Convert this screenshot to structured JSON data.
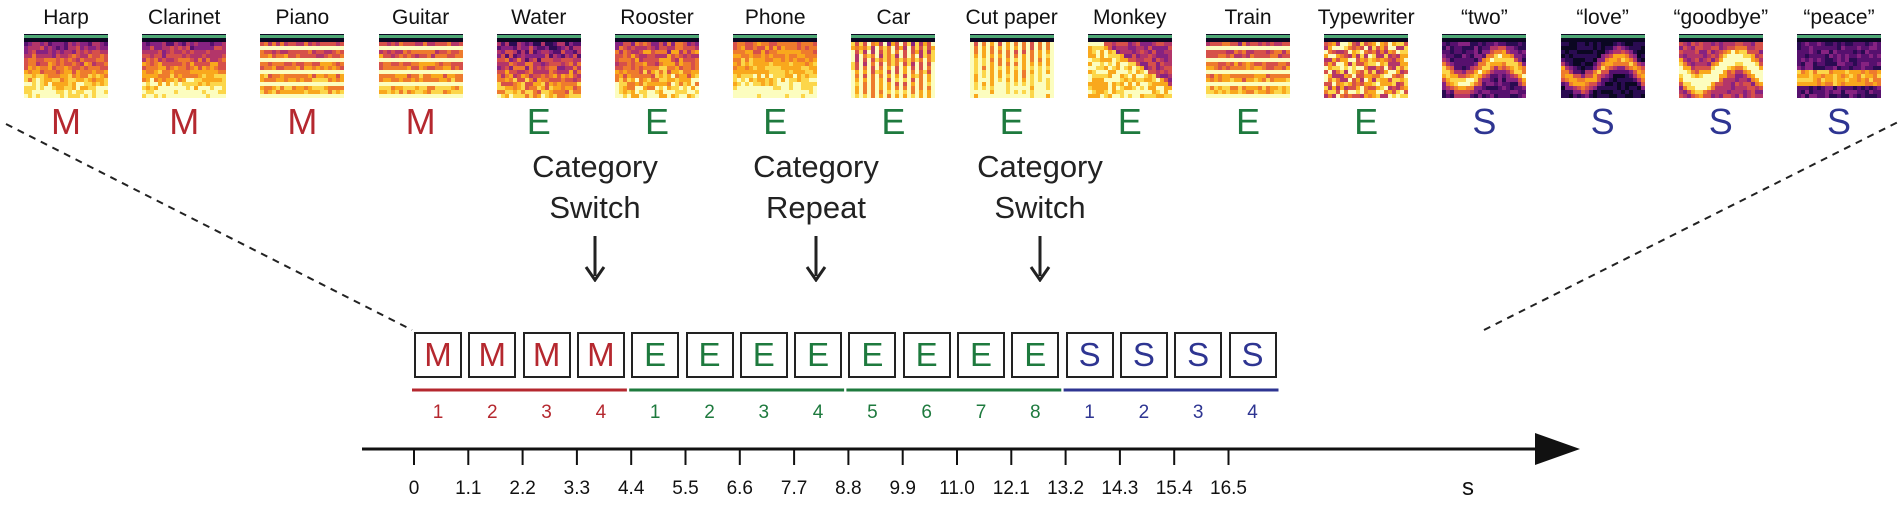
{
  "colors": {
    "music": "#b5282f",
    "environment": "#1e7a3e",
    "speech": "#2e3592",
    "ink": "#222222"
  },
  "stimuli": [
    {
      "label": "Harp",
      "category": "M",
      "pattern": "band-low"
    },
    {
      "label": "Clarinet",
      "category": "M",
      "pattern": "band-mid"
    },
    {
      "label": "Piano",
      "category": "M",
      "pattern": "stripes"
    },
    {
      "label": "Guitar",
      "category": "M",
      "pattern": "stripes-dense"
    },
    {
      "label": "Water",
      "category": "E",
      "pattern": "noise-dark"
    },
    {
      "label": "Rooster",
      "category": "E",
      "pattern": "blotch"
    },
    {
      "label": "Phone",
      "category": "E",
      "pattern": "bright-band"
    },
    {
      "label": "Car",
      "category": "E",
      "pattern": "vertical"
    },
    {
      "label": "Cut paper",
      "category": "E",
      "pattern": "vertical-bright"
    },
    {
      "label": "Monkey",
      "category": "E",
      "pattern": "diagonal"
    },
    {
      "label": "Train",
      "category": "E",
      "pattern": "stripes"
    },
    {
      "label": "Typewriter",
      "category": "E",
      "pattern": "noise-bright"
    },
    {
      "label": "“two”",
      "category": "S",
      "pattern": "formant"
    },
    {
      "label": "“love”",
      "category": "S",
      "pattern": "formant-dark"
    },
    {
      "label": "“goodbye”",
      "category": "S",
      "pattern": "formant-bright"
    },
    {
      "label": "“peace”",
      "category": "S",
      "pattern": "blotch-dark"
    }
  ],
  "annotations": [
    {
      "line1": "Category",
      "line2": "Switch"
    },
    {
      "line1": "Category",
      "line2": "Repeat"
    },
    {
      "line1": "Category",
      "line2": "Switch"
    }
  ],
  "sequence": [
    {
      "letter": "M",
      "num": "1"
    },
    {
      "letter": "M",
      "num": "2"
    },
    {
      "letter": "M",
      "num": "3"
    },
    {
      "letter": "M",
      "num": "4"
    },
    {
      "letter": "E",
      "num": "1"
    },
    {
      "letter": "E",
      "num": "2"
    },
    {
      "letter": "E",
      "num": "3"
    },
    {
      "letter": "E",
      "num": "4"
    },
    {
      "letter": "E",
      "num": "5"
    },
    {
      "letter": "E",
      "num": "6"
    },
    {
      "letter": "E",
      "num": "7"
    },
    {
      "letter": "E",
      "num": "8"
    },
    {
      "letter": "S",
      "num": "1"
    },
    {
      "letter": "S",
      "num": "2"
    },
    {
      "letter": "S",
      "num": "3"
    },
    {
      "letter": "S",
      "num": "4"
    }
  ],
  "timeline": {
    "ticks": [
      "0",
      "1.1",
      "2.2",
      "3.3",
      "4.4",
      "5.5",
      "6.6",
      "7.7",
      "8.8",
      "9.9",
      "11.0",
      "12.1",
      "13.2",
      "14.3",
      "15.4",
      "16.5"
    ],
    "unit": "s"
  }
}
